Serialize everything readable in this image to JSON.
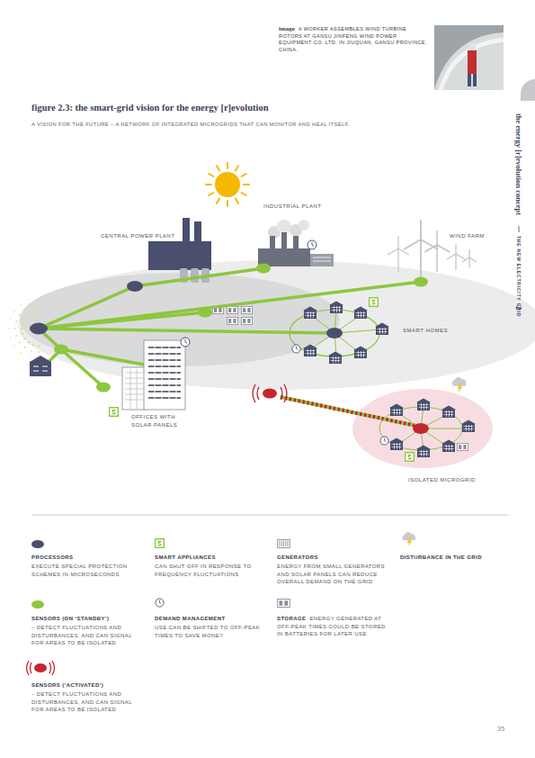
{
  "diagram": {
    "title": "figure 2.3: the smart-grid vision for the energy [r]evolution",
    "caption": "A VISION FOR THE FUTURE – A NETWORK OF INTEGRATED MICROGRIDS THAT CAN MONITOR AND HEAL ITSELF.",
    "nodes": [
      {
        "text": [
          "INDUSTRIAL PLANT"
        ]
      },
      {
        "text": [
          "CENTRAL POWER PLANT"
        ]
      },
      {
        "text": [
          "WIND FARM"
        ]
      },
      {
        "text": [
          "SMART HOMES"
        ]
      },
      {
        "text": [
          "OFFICES WITH SOLAR PANELS"
        ]
      },
      {
        "text": [
          "ISOLATED MICROGRID"
        ]
      }
    ],
    "labels": [
      "image",
      "A WORKER ASSEMBLES WIND TURBINE ROTORS AT GANSU JINFENG WIND POWER EQUIPMENT CO. LTD. IN JIUQUAN, GANSU PROVINCE, CHINA.",
      "the energy [r]evolution concept",
      "THE NEW ELECTRICITY GRID",
      "2",
      "EXECUTE SPECIAL PROTECTION SCHEMES IN MICROSECONDS",
      "CAN SHUT OFF IN RESPONSE TO FREQUENCY FLUCTUATIONS",
      "ENERGY FROM SMALL GENERATORS AND SOLAR PANELS CAN REDUCE OVERALL DEMAND ON THE GRID",
      "– DETECT FLUCTUATIONS AND DISTURBANCES, AND CAN SIGNAL FOR AREAS TO BE ISOLATED",
      "USE CAN BE SHIFTED TO OFF-PEAK TIMES TO SAVE MONEY",
      "ENERGY GENERATED AT OFF-PEAK TIMES COULD BE STORED IN BATTERIES FOR LATER USE",
      "– DETECT FLUCTUATIONS AND DISTURBANCES, AND CAN SIGNAL FOR AREAS TO BE ISOLATED",
      "35"
    ],
    "legend": [
      {
        "text": "PROCESSORS",
        "color": "#4a4f6e"
      },
      {
        "text": "SMART APPLIANCES"
      },
      {
        "text": "GENERATORS"
      },
      {
        "text": "DISTURBANCE IN THE GRID"
      },
      {
        "text": "SENSORS (ON ‘STANDBY’)",
        "color": "#8dc63f"
      },
      {
        "text": "DEMAND MANAGEMENT"
      },
      {
        "text": "STORAGE"
      },
      {
        "text": "SENSORS (‘ACTIVATED’)"
      }
    ]
  }
}
